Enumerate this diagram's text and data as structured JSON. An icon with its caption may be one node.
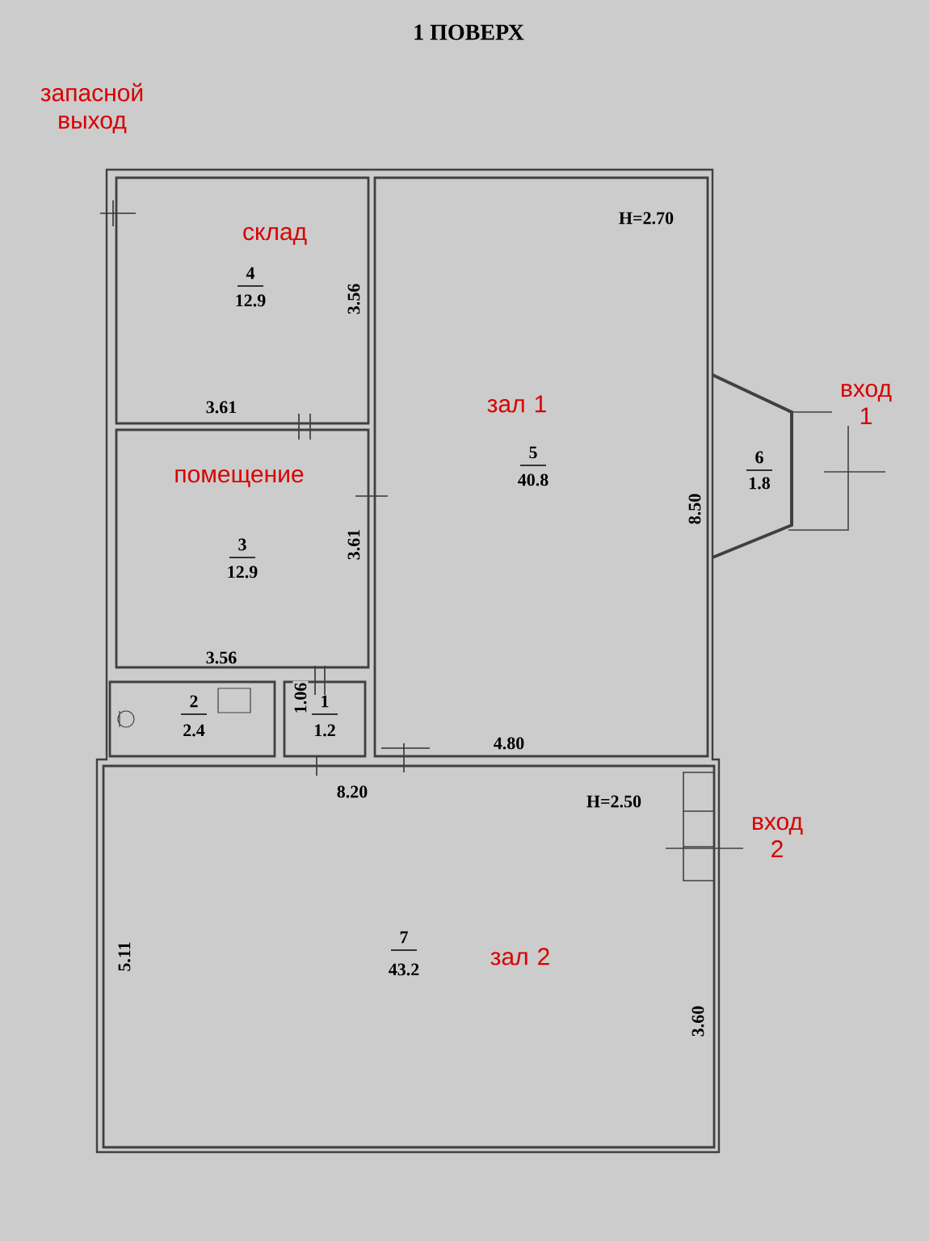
{
  "diagram": {
    "title": "1 ПОВЕРХ",
    "nodes": [
      {
        "text": [
          "склад",
          "4",
          "12.9"
        ]
      },
      {
        "text": [
          "помещение",
          "3",
          "12.9"
        ]
      },
      {
        "text": [
          "2",
          "2.4"
        ]
      },
      {
        "text": [
          "1",
          "1.2"
        ]
      },
      {
        "text": [
          "зал 1",
          "5",
          "40.8"
        ]
      },
      {
        "text": [
          "6",
          "1.8"
        ]
      },
      {
        "text": [
          "зал 2",
          "7",
          "43.2"
        ]
      }
    ],
    "labels": [
      "запасной выход",
      "H=2.70",
      "3.56",
      "3.61",
      "вход 1",
      "3.61",
      "8.50",
      "3.56",
      "1.06",
      "4.80",
      "8.20",
      "H=2.50",
      "вход 2",
      "5.11",
      "3.60"
    ]
  }
}
